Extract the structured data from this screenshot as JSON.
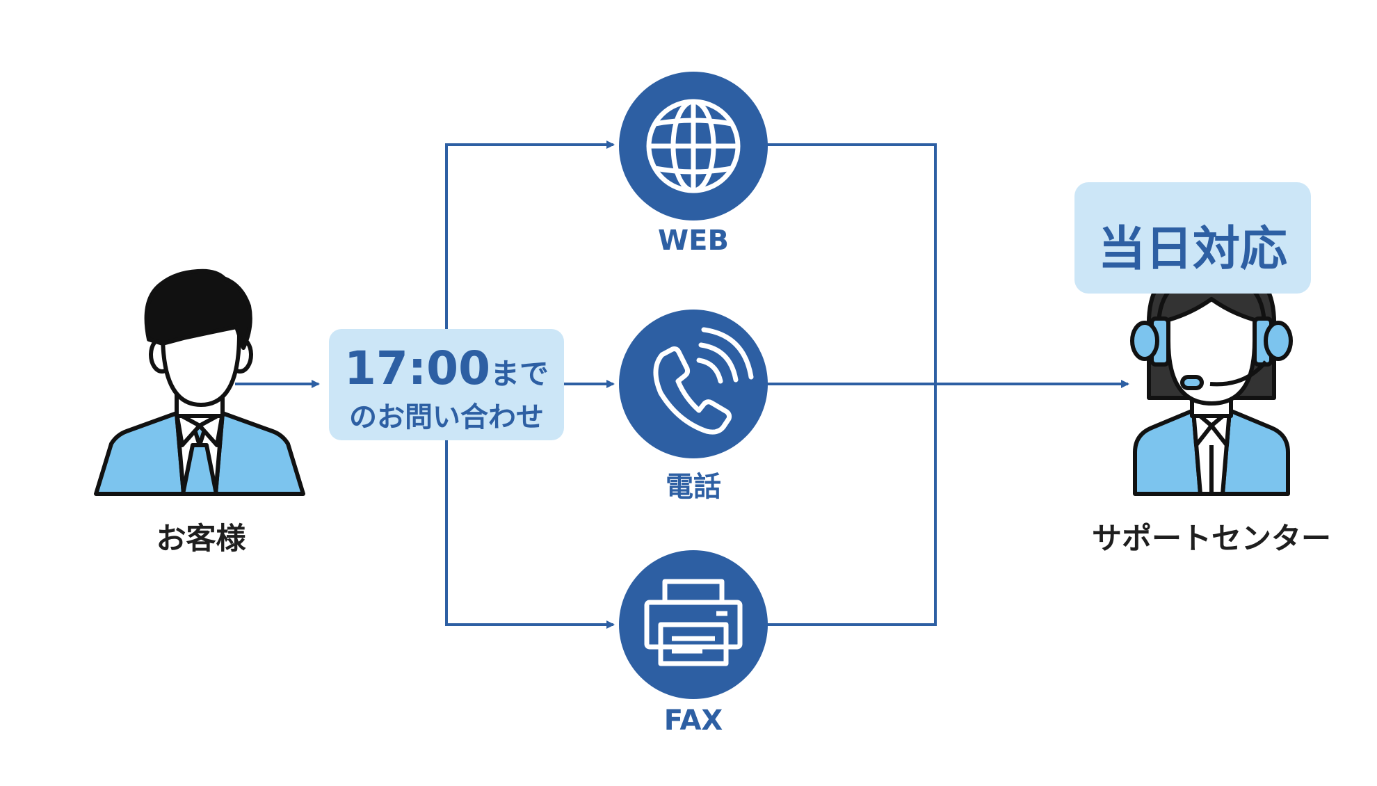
{
  "customer": {
    "label": "お客様"
  },
  "inquiry": {
    "time": "17:00",
    "suffix": "まで",
    "text": "のお問い合わせ"
  },
  "channels": [
    {
      "label": "WEB",
      "icon": "globe-icon"
    },
    {
      "label": "電話",
      "icon": "phone-icon"
    },
    {
      "label": "FAX",
      "icon": "fax-icon"
    }
  ],
  "support": {
    "label": "サポートセンター",
    "badge": "当日対応"
  },
  "colors": {
    "primary": "#2d5fa3",
    "light": "#cce6f7",
    "person_body": "#7cc4ee",
    "outline": "#111111"
  }
}
